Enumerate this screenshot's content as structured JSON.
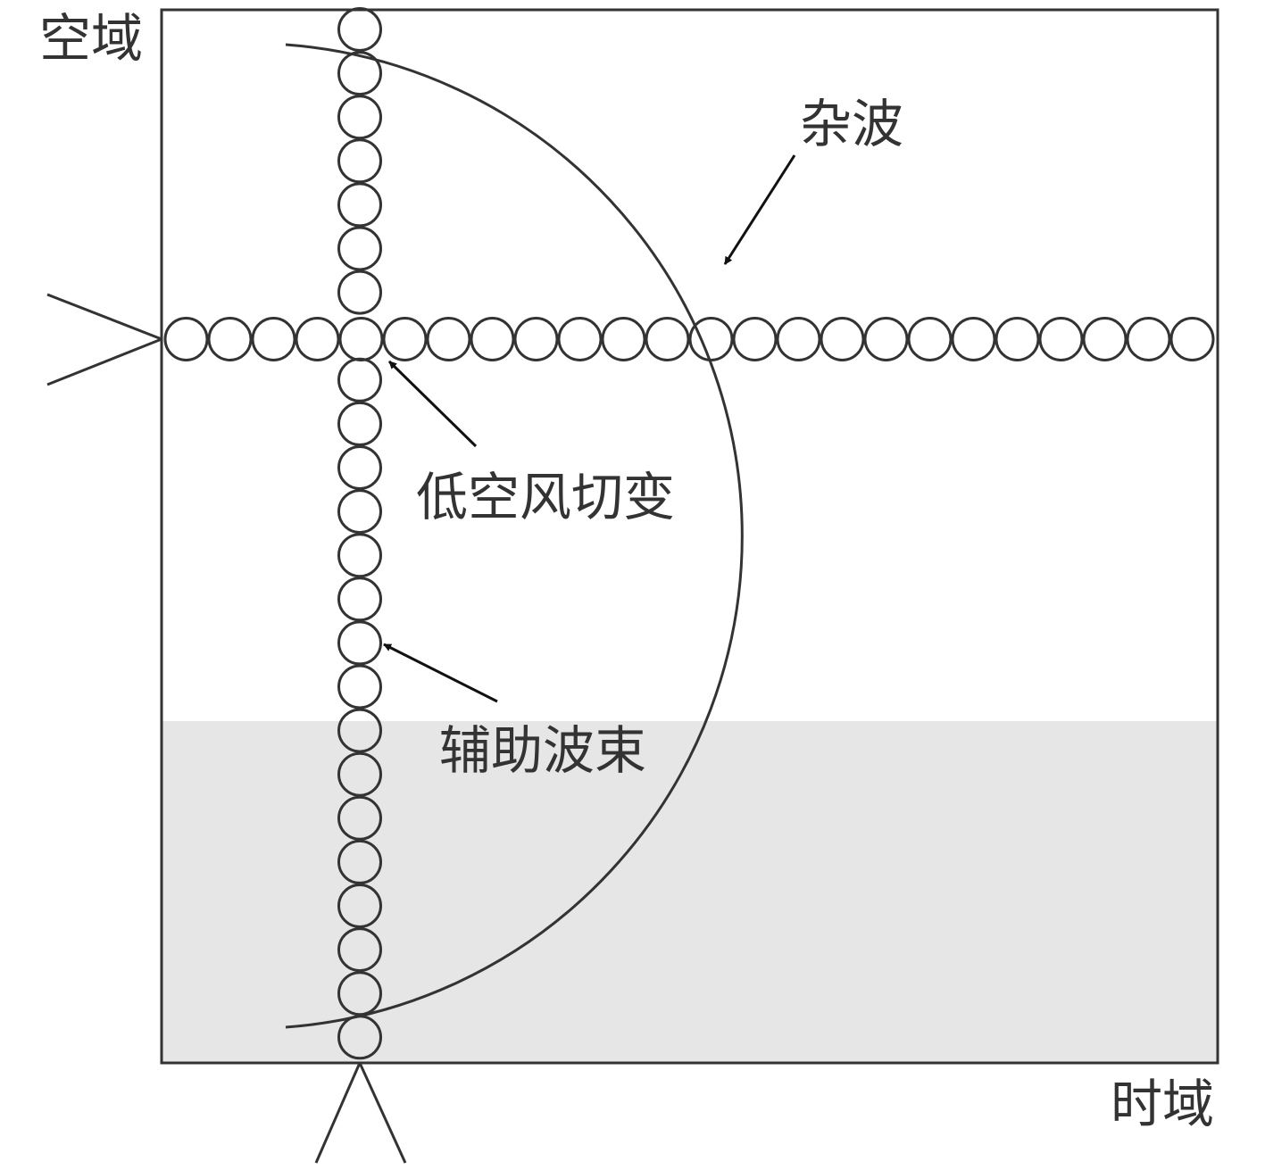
{
  "axes": {
    "vertical_label": "空域",
    "horizontal_label": "时域"
  },
  "annotations": {
    "clutter": "杂波",
    "low_altitude_wind_shear": "低空风切变",
    "auxiliary_beam": "辅助波束"
  },
  "colors": {
    "stroke": "#333333",
    "shaded_region": "#e6e6e6",
    "background": "#ffffff"
  }
}
